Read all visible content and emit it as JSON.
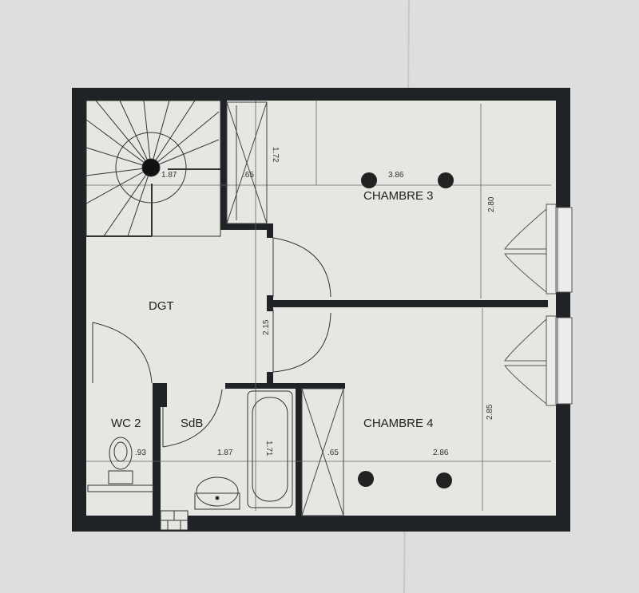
{
  "rooms": {
    "dgt": "DGT",
    "chambre3": "CHAMBRE 3",
    "chambre4": "CHAMBRE 4",
    "wc2": "WC 2",
    "sdb": "SdB"
  },
  "dimensions": {
    "stair_width": "1.87",
    "closet1_depth": ".65",
    "closet1_length": "1.72",
    "chambre3_width": "3.86",
    "chambre3_depth": "2.80",
    "dgt_width": "2.15",
    "wc_width": ".93",
    "sdb_width": "1.87",
    "bath_length": "1.71",
    "closet2_depth": ".65",
    "chambre4_width": "2.86",
    "chambre4_depth": "2.85"
  },
  "colors": {
    "wall": "#1f2326",
    "paper": "#e4e4e1",
    "line": "#555555"
  }
}
